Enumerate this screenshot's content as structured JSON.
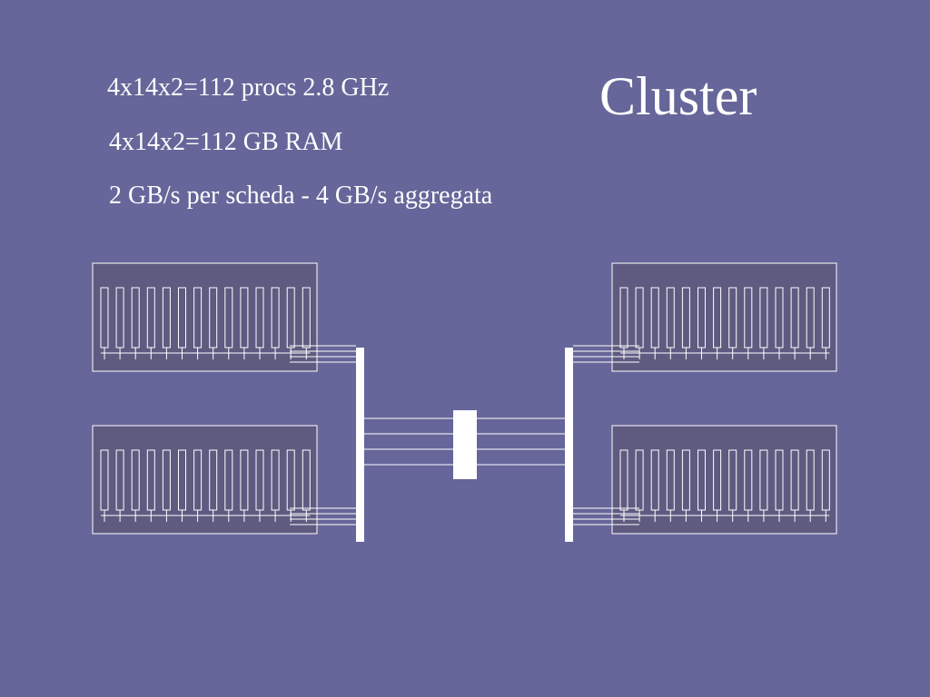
{
  "slide": {
    "title": "Cluster",
    "specs": [
      "4x14x2=112 procs 2.8 GHz",
      "4x14x2=112 GB RAM",
      "2 GB/s per scheda - 4 GB/s aggregata"
    ]
  },
  "diagram": {
    "nodes": 4,
    "slots_per_node": 14,
    "links_per_node": 4,
    "switch_links": 4
  },
  "colors": {
    "background": "#66669a",
    "node_panel": "#5e5a80",
    "line": "#ffffff"
  }
}
